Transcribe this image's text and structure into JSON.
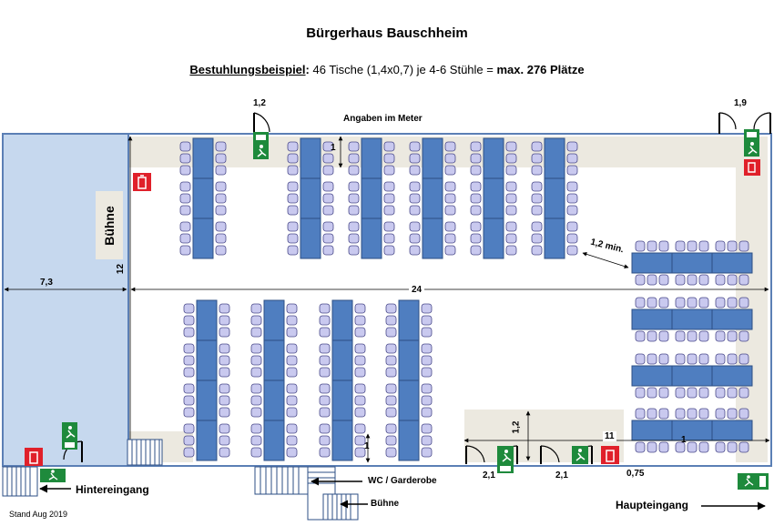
{
  "header": {
    "title": "Bürgerhaus Bauschheim",
    "subtitle_prefix": "Bestuhlungsbeispiel",
    "subtitle_colon": ":",
    "subtitle_mid": "  46 Tische (1,4x0,7) je 4-6 Stühle = ",
    "subtitle_bold": "max. 276 Plätze"
  },
  "labels": {
    "units_note": "Angaben im Meter",
    "stage_name": "Bühne",
    "stage_depth": "7,3",
    "hall_height": "12",
    "hall_width": "24",
    "door_top_left": "1,2",
    "door_top_right": "1,9",
    "aisle_min": "1,2 min.",
    "gap_small_left": "1",
    "gap_small_mid": "1",
    "gap_right": "1",
    "corridor_width": "1,2",
    "right_block_width": "11",
    "door_bottom_a": "2,1",
    "door_bottom_b": "2,1",
    "side_gap": "0,75",
    "back_entrance": "Hintereingang",
    "wc": "WC / Garderobe",
    "stage_stairs": "Bühne",
    "main_entrance": "Haupteingang",
    "stand": "Stand Aug 2019"
  },
  "colors": {
    "table": "#4f7ec0",
    "table_border": "#2d4f85",
    "chair": "#c9c9ef",
    "chair_border": "#4a4a8a",
    "stage": "#c6d8ee",
    "walkway": "#ece9e0",
    "wall": "#5b7fb5",
    "exit_sign": "#1e8a3c",
    "fire_sign": "#e0202a"
  },
  "icons": [
    "running-man-exit-icon",
    "fire-extinguisher-icon",
    "door-swing-icon",
    "arrow-left-icon",
    "arrow-right-icon"
  ]
}
